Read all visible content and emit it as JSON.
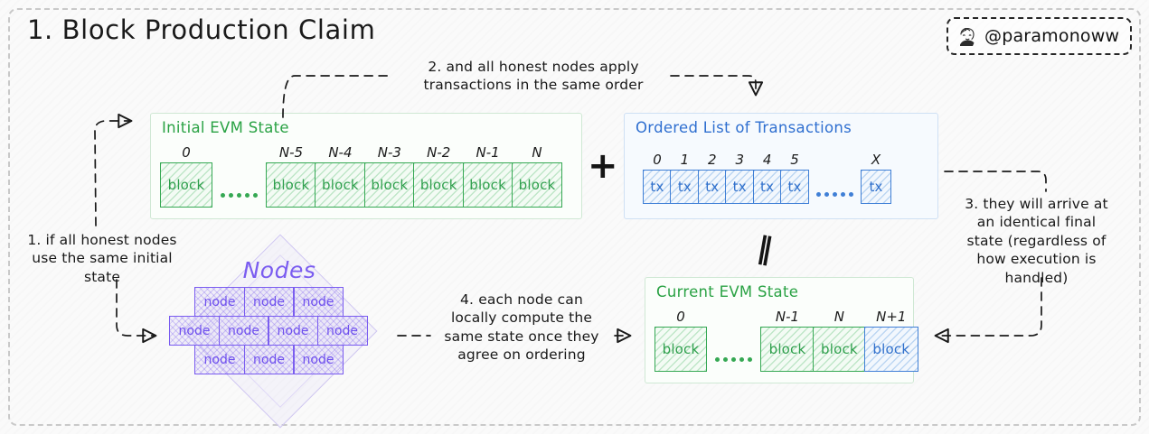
{
  "title": "1. Block Production Claim",
  "handle": {
    "text": "@paramonoww",
    "avatar_icon": "avatar-sketch-icon"
  },
  "colors": {
    "green": "#2aa244",
    "blue": "#2f6fd0",
    "purple": "#7a5cf0",
    "ink": "#181818",
    "frame": "#c9c9c9"
  },
  "initial_state": {
    "title": "Initial EVM State",
    "cells_left": [
      {
        "label": "0",
        "text": "block"
      }
    ],
    "ellipsis": "•••••",
    "cells_right": [
      {
        "label": "N-5",
        "text": "block"
      },
      {
        "label": "N-4",
        "text": "block"
      },
      {
        "label": "N-3",
        "text": "block"
      },
      {
        "label": "N-2",
        "text": "block"
      },
      {
        "label": "N-1",
        "text": "block"
      },
      {
        "label": "N",
        "text": "block"
      }
    ]
  },
  "transactions": {
    "title": "Ordered List of Transactions",
    "cells_left": [
      {
        "label": "0",
        "text": "tx"
      },
      {
        "label": "1",
        "text": "tx"
      },
      {
        "label": "2",
        "text": "tx"
      },
      {
        "label": "3",
        "text": "tx"
      },
      {
        "label": "4",
        "text": "tx"
      },
      {
        "label": "5",
        "text": "tx"
      }
    ],
    "ellipsis": "•••••",
    "cells_right": [
      {
        "label": "X",
        "text": "tx"
      }
    ]
  },
  "current_state": {
    "title": "Current EVM State",
    "cells_left": [
      {
        "label": "0",
        "text": "block"
      }
    ],
    "ellipsis": "•••••",
    "cells_right": [
      {
        "label": "N-1",
        "text": "block",
        "color": "green"
      },
      {
        "label": "N",
        "text": "block",
        "color": "green"
      },
      {
        "label": "N+1",
        "text": "block",
        "color": "blue"
      }
    ]
  },
  "nodes": {
    "title": "Nodes",
    "row_top": [
      "node",
      "node",
      "node"
    ],
    "row_middle": [
      "node",
      "node",
      "node",
      "node"
    ],
    "row_bottom": [
      "node",
      "node",
      "node"
    ]
  },
  "operators": {
    "plus": "+",
    "equals": "‖"
  },
  "annotations": {
    "one": "1. if all honest nodes\nuse the same initial\nstate",
    "two": "2. and all honest nodes apply\ntransactions in the same order",
    "three": "3. they will arrive at\nan identical final\nstate (regardless of\nhow execution is\nhandled)",
    "four": "4. each node can\nlocally compute the\nsame state once they\nagree on ordering"
  }
}
